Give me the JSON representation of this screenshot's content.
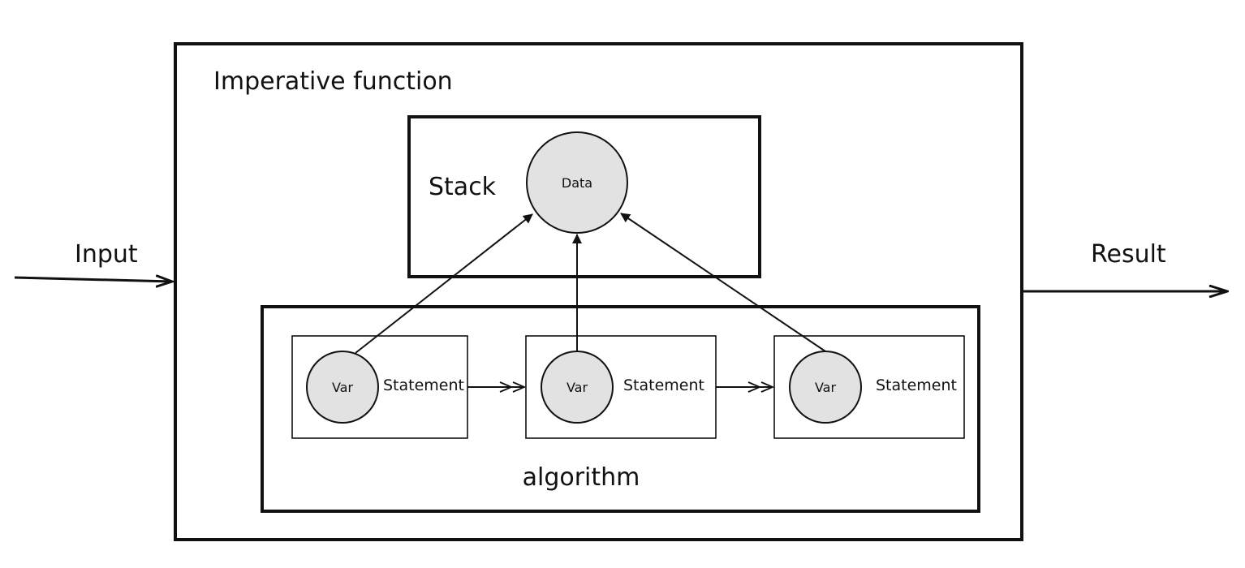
{
  "diagram": {
    "outer_label": "Imperative function",
    "stack_label": "Stack",
    "data_label": "Data",
    "algorithm_label": "algorithm",
    "input_label": "Input",
    "result_label": "Result",
    "statements": [
      {
        "var_label": "Var",
        "statement_label": "Statement"
      },
      {
        "var_label": "Var",
        "statement_label": "Statement"
      },
      {
        "var_label": "Var",
        "statement_label": "Statement"
      }
    ],
    "colors": {
      "stroke": "#111111",
      "node_fill": "#e2e2e2",
      "background": "#ffffff"
    }
  }
}
